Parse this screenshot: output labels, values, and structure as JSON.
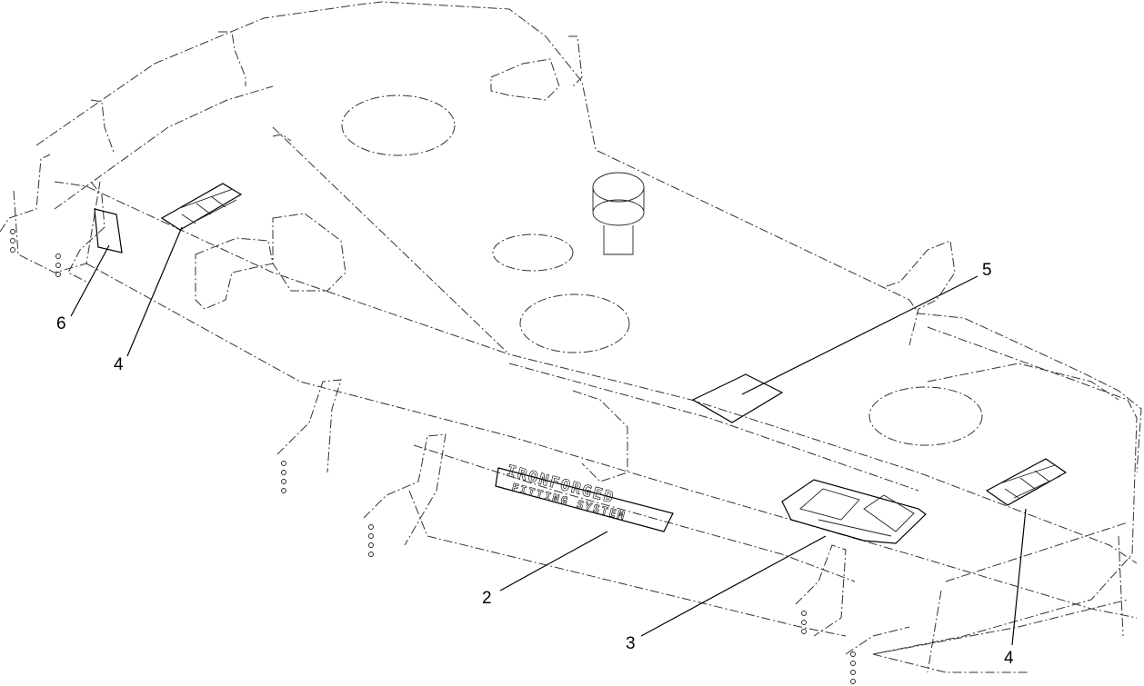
{
  "diagram": {
    "callouts": [
      {
        "id": "2",
        "label": "2"
      },
      {
        "id": "3",
        "label": "3"
      },
      {
        "id": "4a",
        "label": "4"
      },
      {
        "id": "4b",
        "label": "4"
      },
      {
        "id": "5",
        "label": "5"
      },
      {
        "id": "6",
        "label": "6"
      }
    ],
    "plate_text": {
      "line1": "IRONFORGED",
      "line2": "FITTING SYSTEM"
    }
  }
}
